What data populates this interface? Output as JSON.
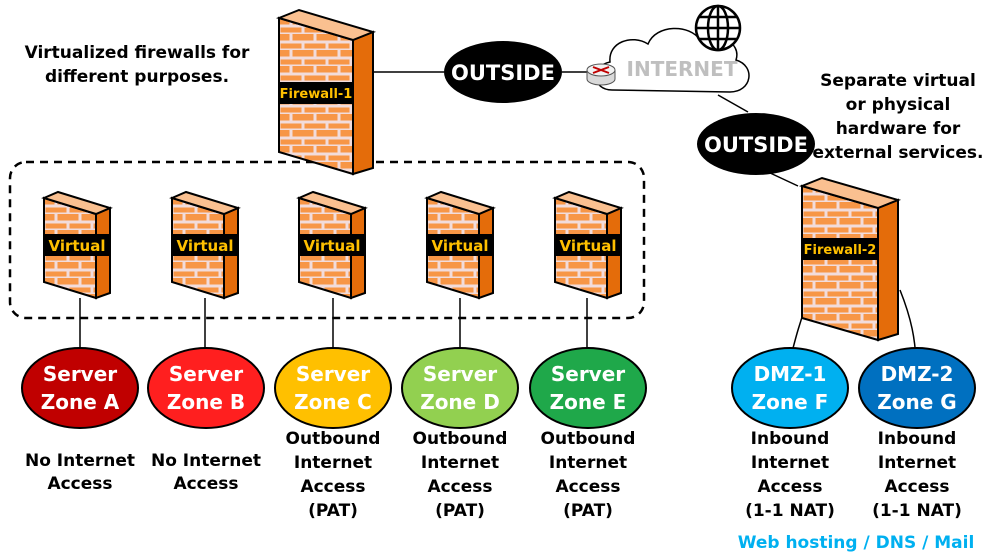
{
  "notes": {
    "left": [
      "Virtualized firewalls for",
      "different purposes."
    ],
    "right": [
      "Separate virtual",
      "or physical",
      "hardware for",
      "external services."
    ],
    "footer": "Web hosting / DNS / Mail"
  },
  "internet": {
    "label": "INTERNET"
  },
  "outside": [
    {
      "label": "OUTSIDE"
    },
    {
      "label": "OUTSIDE"
    }
  ],
  "firewalls": [
    {
      "label": "Firewall-1"
    },
    {
      "label": "Firewall-2"
    }
  ],
  "virtual_firewalls": [
    {
      "label": "Virtual"
    },
    {
      "label": "Virtual"
    },
    {
      "label": "Virtual"
    },
    {
      "label": "Virtual"
    },
    {
      "label": "Virtual"
    }
  ],
  "zones": [
    {
      "line1": "Server",
      "line2": "Zone A",
      "color": "#c00000",
      "text_color": "#ffffff",
      "access": [
        "No Internet",
        "Access"
      ]
    },
    {
      "line1": "Server",
      "line2": "Zone B",
      "color": "#ff1f1f",
      "text_color": "#ffffff",
      "access": [
        "No Internet",
        "Access"
      ]
    },
    {
      "line1": "Server",
      "line2": "Zone C",
      "color": "#ffc000",
      "text_color": "#ffffff",
      "access": [
        "Outbound",
        "Internet",
        "Access",
        "(PAT)"
      ]
    },
    {
      "line1": "Server",
      "line2": "Zone D",
      "color": "#92d050",
      "text_color": "#ffffff",
      "access": [
        "Outbound",
        "Internet",
        "Access",
        "(PAT)"
      ]
    },
    {
      "line1": "Server",
      "line2": "Zone E",
      "color": "#1fa84a",
      "text_color": "#ffffff",
      "access": [
        "Outbound",
        "Internet",
        "Access",
        "(PAT)"
      ]
    },
    {
      "line1": "DMZ-1",
      "line2": "Zone F",
      "color": "#00b0f0",
      "text_color": "#ffffff",
      "access": [
        "Inbound",
        "Internet",
        "Access",
        "(1-1 NAT)"
      ]
    },
    {
      "line1": "DMZ-2",
      "line2": "Zone G",
      "color": "#0070c0",
      "text_color": "#ffffff",
      "access": [
        "Inbound",
        "Internet",
        "Access",
        "(1-1 NAT)"
      ]
    }
  ],
  "colors": {
    "brick": "#f79646",
    "brick_dark": "#e46c0a",
    "mortar": "#f2dcdb",
    "label_band": "#000000",
    "label_text": "#ffc000",
    "accent": "#00b0f0"
  }
}
